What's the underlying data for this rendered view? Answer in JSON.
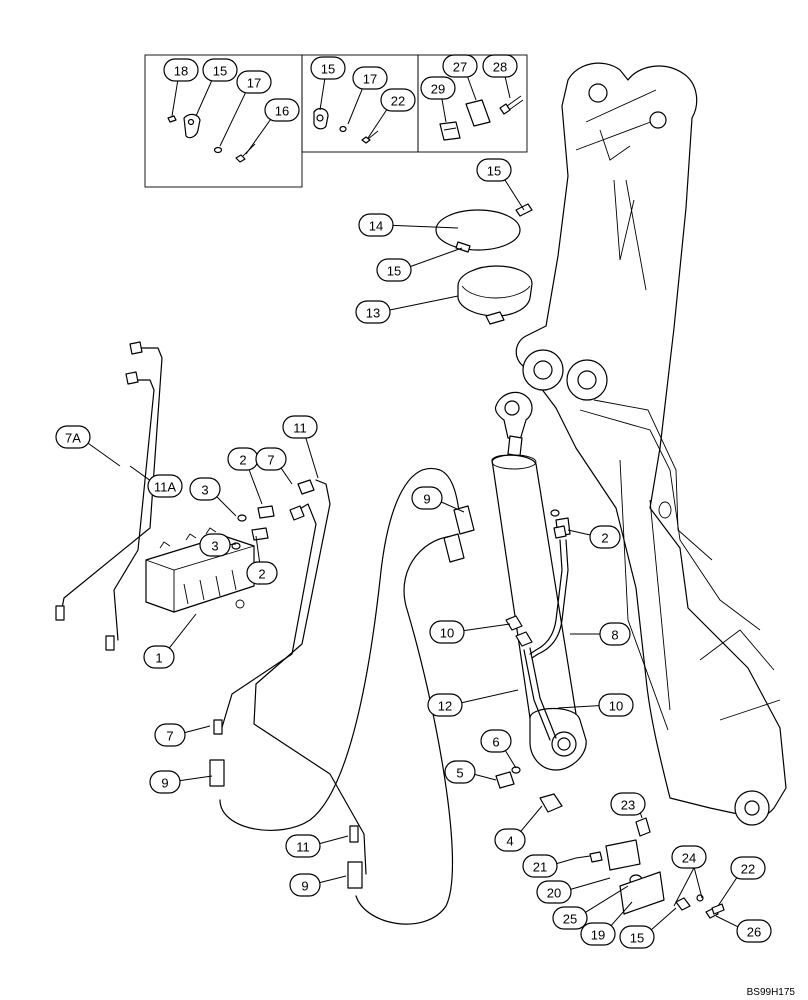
{
  "diagram": {
    "reference_code": "BS99H175",
    "callouts": [
      "18",
      "15",
      "17",
      "16",
      "15",
      "17",
      "22",
      "27",
      "28",
      "29",
      "15",
      "14",
      "15",
      "13",
      "11",
      "2",
      "7",
      "3",
      "7A",
      "11A",
      "9",
      "3",
      "2",
      "2",
      "1",
      "10",
      "8",
      "12",
      "10",
      "6",
      "5",
      "4",
      "7",
      "9",
      "11",
      "9",
      "23",
      "21",
      "24",
      "22",
      "20",
      "25",
      "19",
      "15",
      "26"
    ]
  }
}
